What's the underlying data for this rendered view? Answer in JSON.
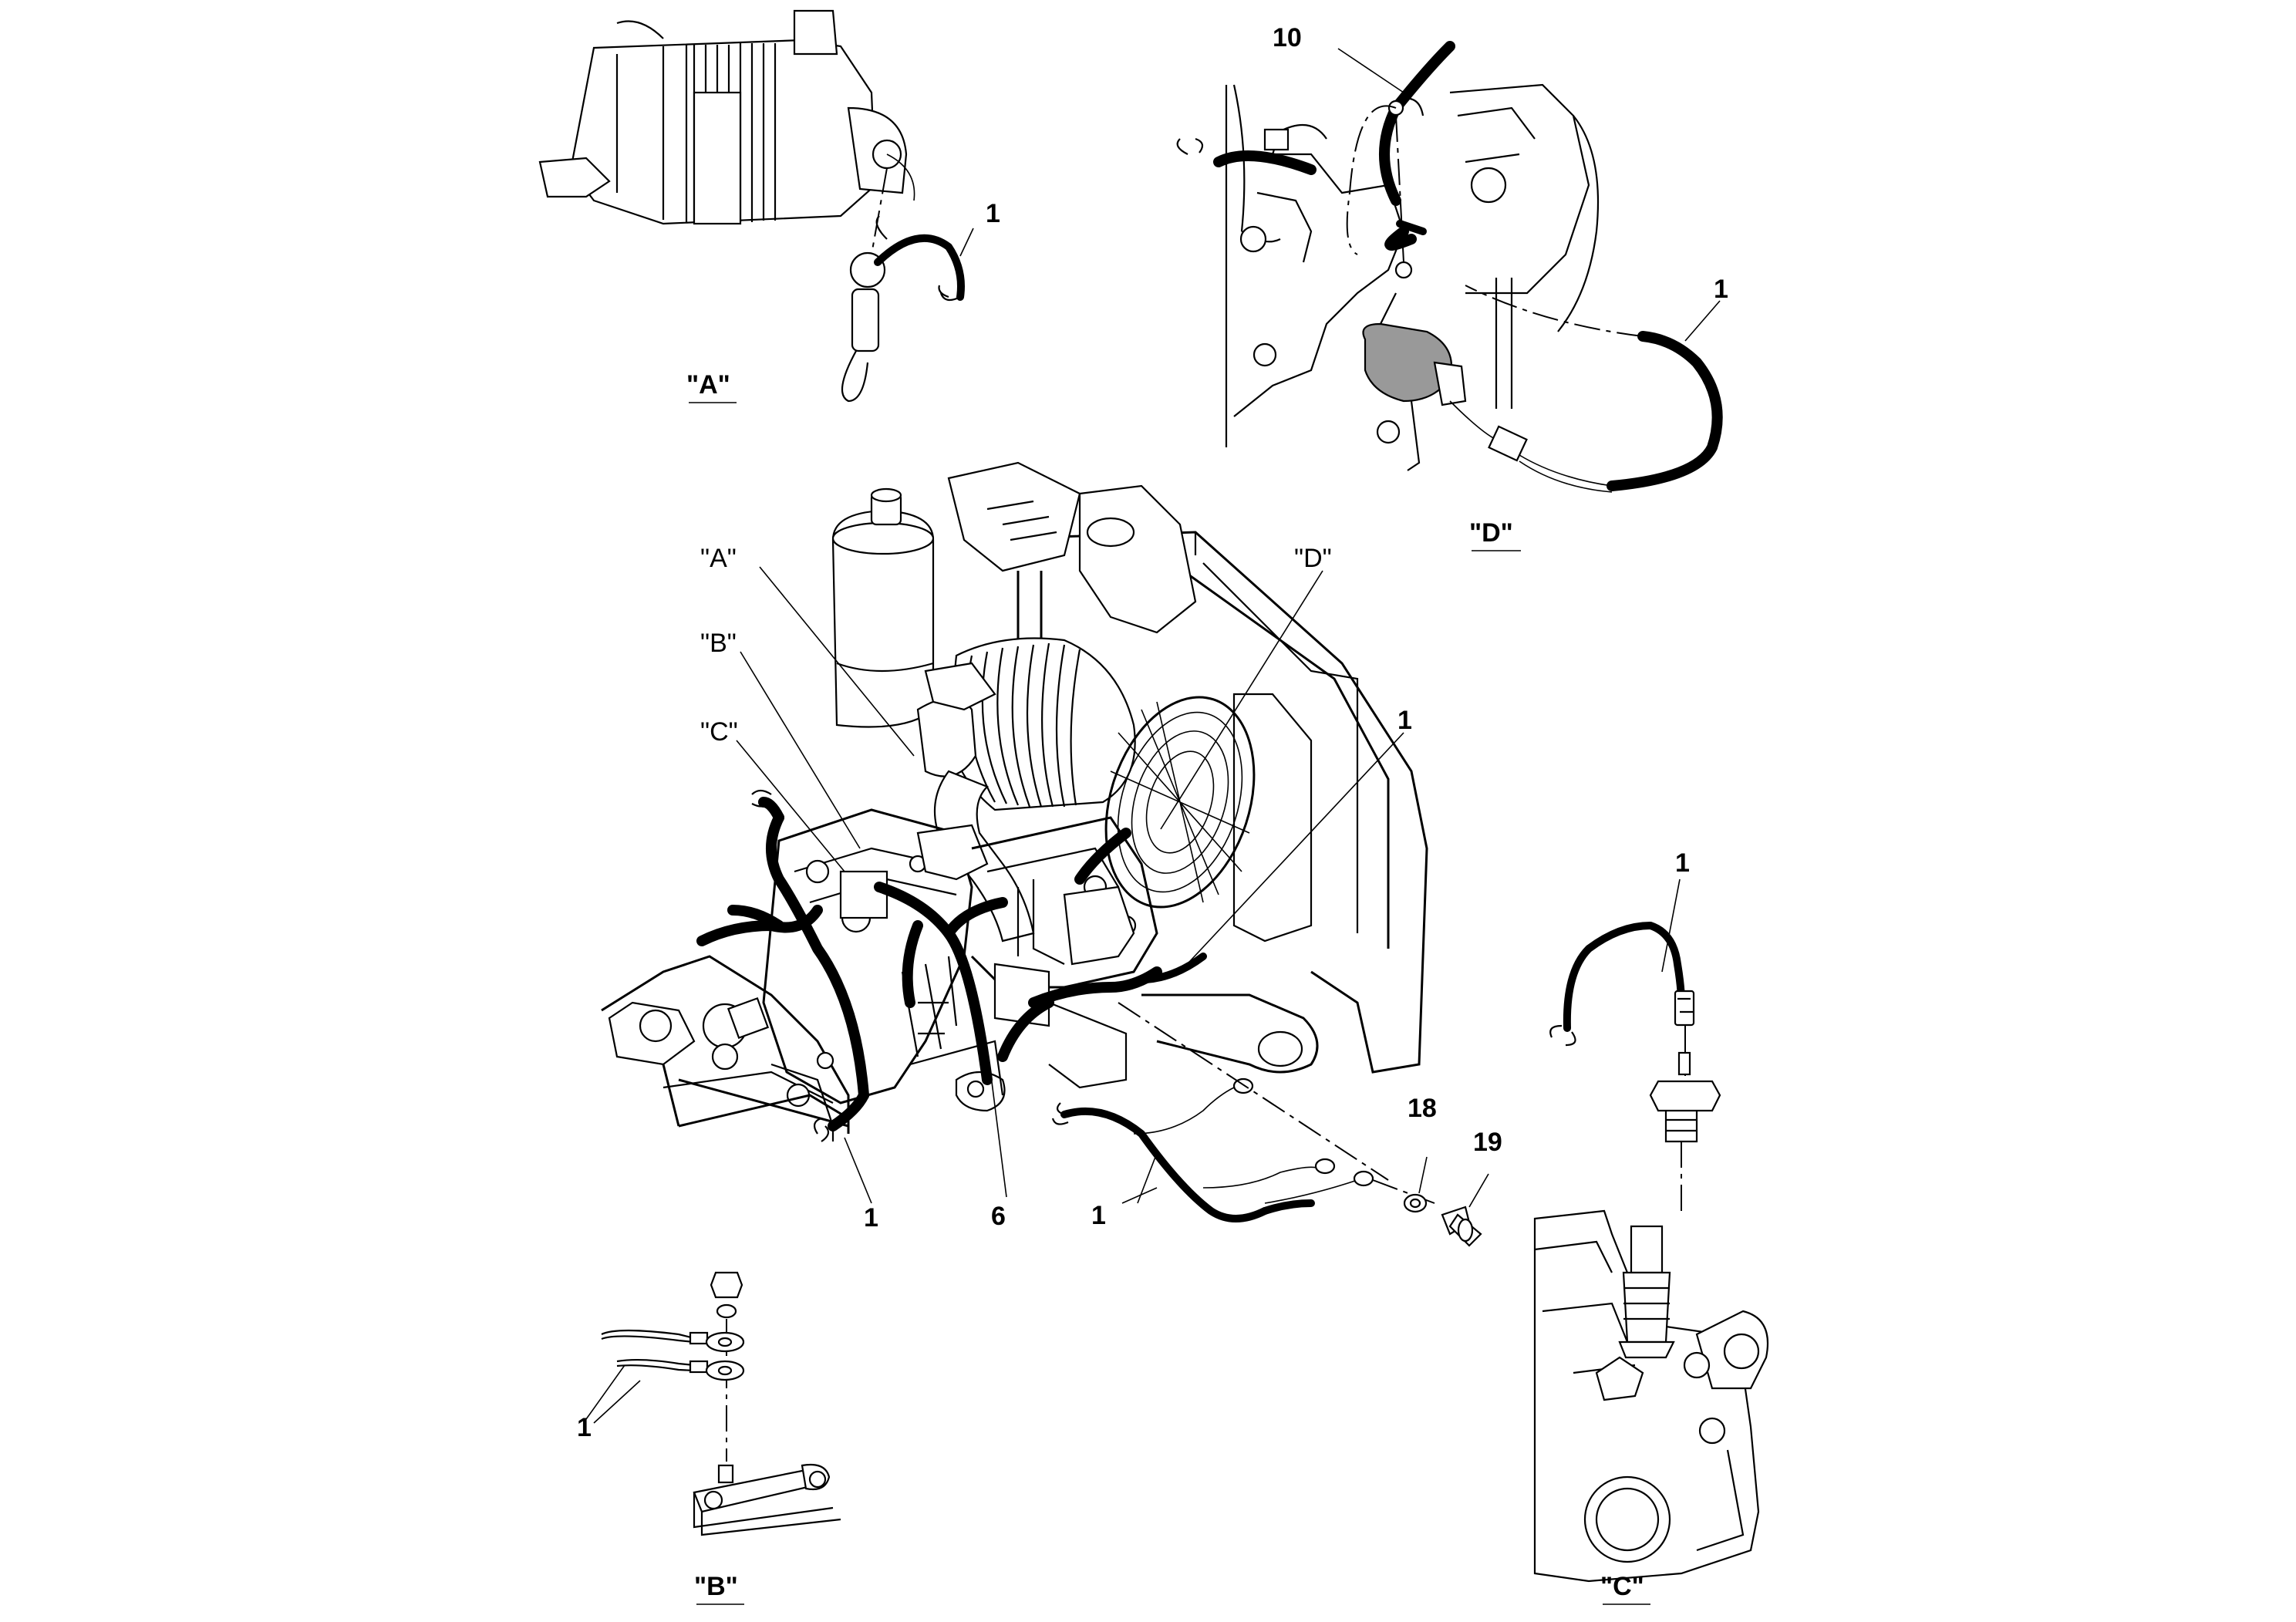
{
  "views": {
    "a": "\"A\"",
    "b": "\"B\"",
    "c": "\"C\"",
    "d": "\"D\""
  },
  "callouts": {
    "a": "\"A\"",
    "b": "\"B\"",
    "c": "\"C\"",
    "d": "\"D\""
  },
  "parts": {
    "harness": "1",
    "p6": "6",
    "p10": "10",
    "p18": "18",
    "p19": "19"
  }
}
